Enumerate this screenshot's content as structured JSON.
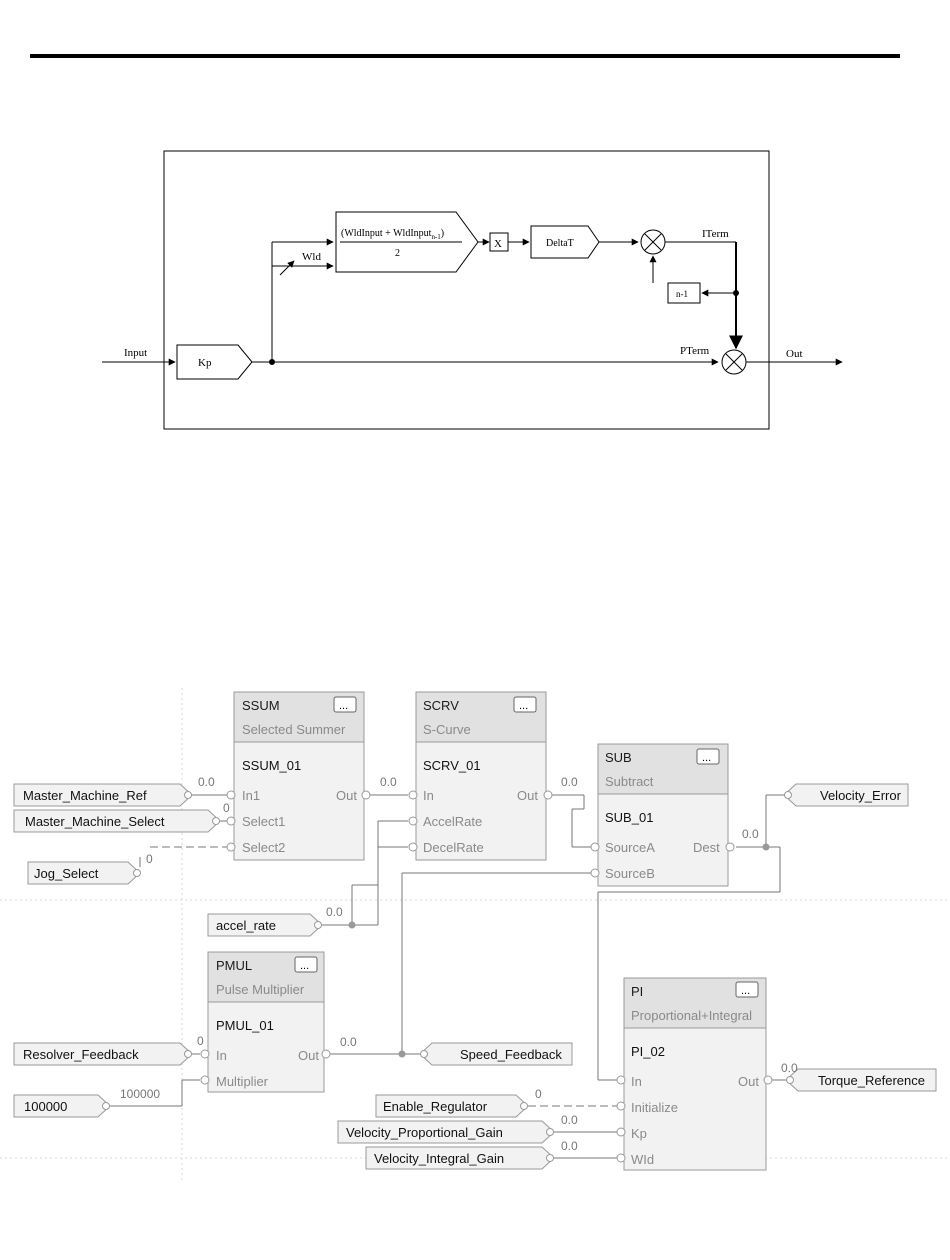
{
  "block_diagram": {
    "input_label": "Input",
    "gain_label": "Kp",
    "wld_label": "Wld",
    "formula_main": "(WldInput + WldInput",
    "formula_sub": "n-1",
    "formula_close": ")",
    "formula_denominator": "2",
    "multiply_symbol": "X",
    "deltat_label": "DeltaT",
    "iterm_label": "ITerm",
    "delay_label": "n-1",
    "pterm_label": "PTerm",
    "out_label": "Out"
  },
  "fbd": {
    "blocks": [
      {
        "title": "SSUM",
        "description": "Selected Summer",
        "name": "SSUM_01",
        "menu": "...",
        "inputs": [
          "In1",
          "Select1",
          "Select2"
        ],
        "outputs": [
          "Out"
        ]
      },
      {
        "title": "SCRV",
        "description": "S-Curve",
        "name": "SCRV_01",
        "menu": "...",
        "inputs": [
          "In",
          "AccelRate",
          "DecelRate"
        ],
        "outputs": [
          "Out"
        ]
      },
      {
        "title": "SUB",
        "description": "Subtract",
        "name": "SUB_01",
        "menu": "...",
        "inputs": [
          "SourceA",
          "SourceB"
        ],
        "outputs": [
          "Dest"
        ]
      },
      {
        "title": "PMUL",
        "description": "Pulse Multiplier",
        "name": "PMUL_01",
        "menu": "...",
        "inputs": [
          "In",
          "Multiplier"
        ],
        "outputs": [
          "Out"
        ]
      },
      {
        "title": "PI",
        "description": "Proportional+Integral",
        "name": "PI_02",
        "menu": "...",
        "inputs": [
          "In",
          "Initialize",
          "Kp",
          "WId"
        ],
        "outputs": [
          "Out"
        ]
      }
    ],
    "input_tags": [
      "Master_Machine_Ref",
      "Master_Machine_Select",
      "Jog_Select",
      "accel_rate",
      "Resolver_Feedback",
      "100000",
      "Enable_Regulator",
      "Velocity_Proportional_Gain",
      "Velocity_Integral_Gain"
    ],
    "output_tags": [
      "Velocity_Error",
      "Speed_Feedback",
      "Torque_Reference"
    ],
    "values": {
      "master_ref": "0.0",
      "master_select": "0",
      "jog_select": "0",
      "ssum_out": "0.0",
      "scrv_out": "0.0",
      "sub_dest": "0.0",
      "accel_rate": "0.0",
      "resolver": "0",
      "multiplier": "100000",
      "pmul_out": "0.0",
      "enable_reg": "0",
      "kp": "0.0",
      "wld": "0.0",
      "pi_out": "0.0"
    }
  }
}
